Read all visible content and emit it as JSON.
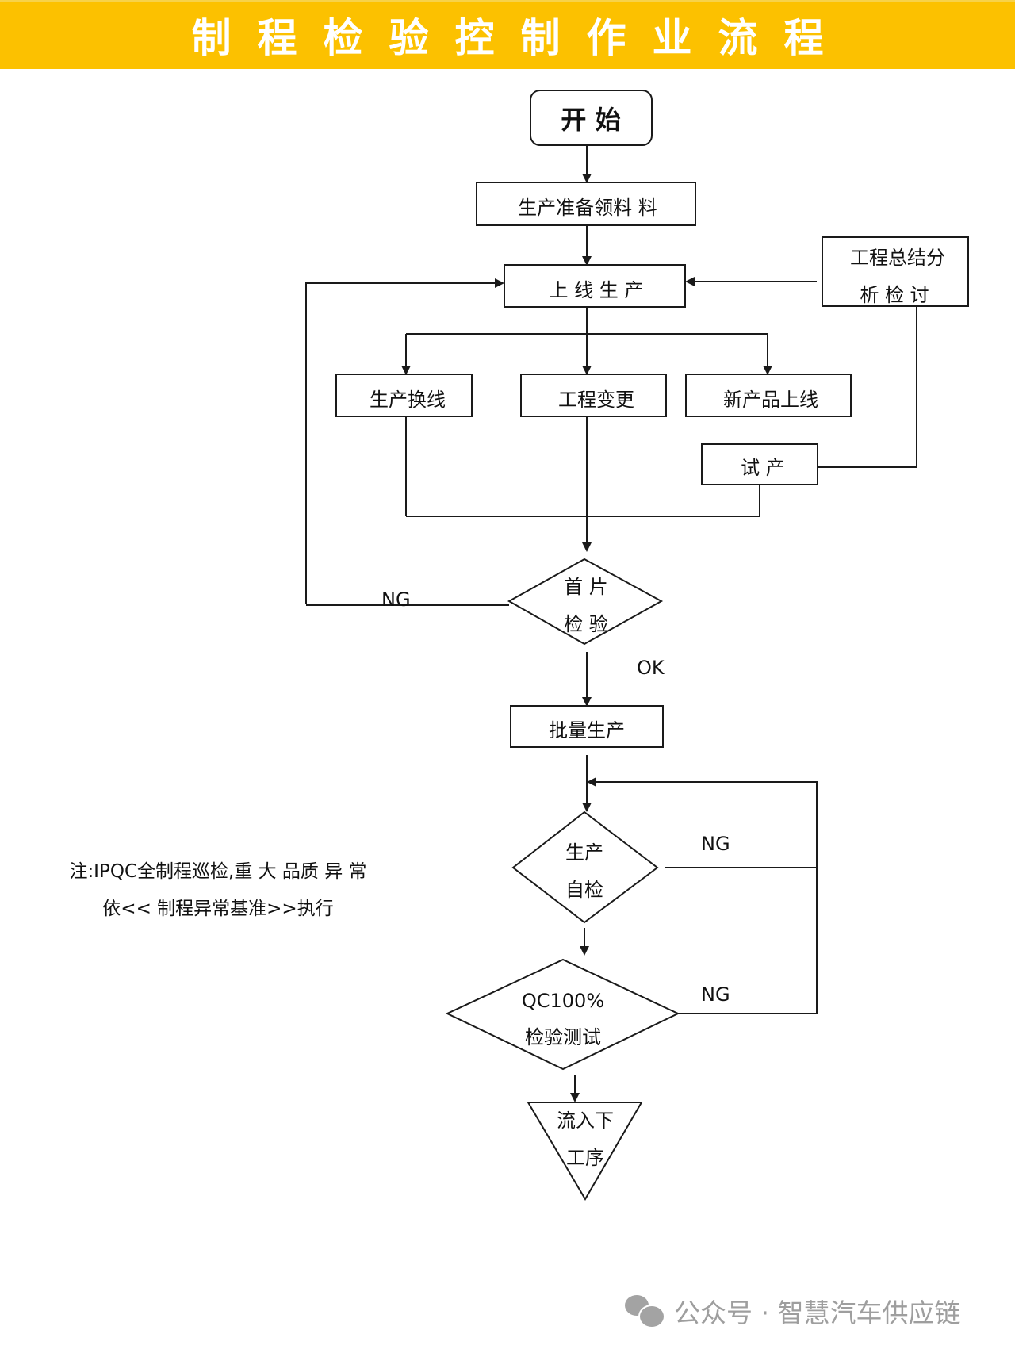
{
  "header": {
    "title": "制程检验控制作业流程",
    "background_color": "#FCC100",
    "text_color": "#FFFFFF"
  },
  "flow": {
    "start": "开 始",
    "prepare": "生产准备领料 料",
    "online_production": "上 线 生 产",
    "review": {
      "line1": "工程总结分",
      "line2": "析 检 讨"
    },
    "branches": {
      "line_change": "生产换线",
      "engineering_change": "工程变更",
      "new_product": "新产品上线"
    },
    "trial_production": "试 产",
    "first_article": {
      "line1": "首 片",
      "line2": "检 验"
    },
    "mass_production": "批量生产",
    "self_check": {
      "line1": "生产",
      "line2": "自检"
    },
    "qc_check": {
      "line1": "QC100%",
      "line2": "检验测试"
    },
    "next_process": {
      "line1": "流入下",
      "line2": "工序"
    },
    "labels": {
      "ng_first_article": "NG",
      "ok_first_article": "OK",
      "ng_self_check": "NG",
      "ng_qc": "NG"
    }
  },
  "note": {
    "line1": "注:IPQC全制程巡检,重 大 品质 异 常",
    "line2": "依<< 制程异常基准>>执行"
  },
  "watermark": {
    "icon": "wechat-icon",
    "text": "公众号 · 智慧汽车供应链"
  }
}
